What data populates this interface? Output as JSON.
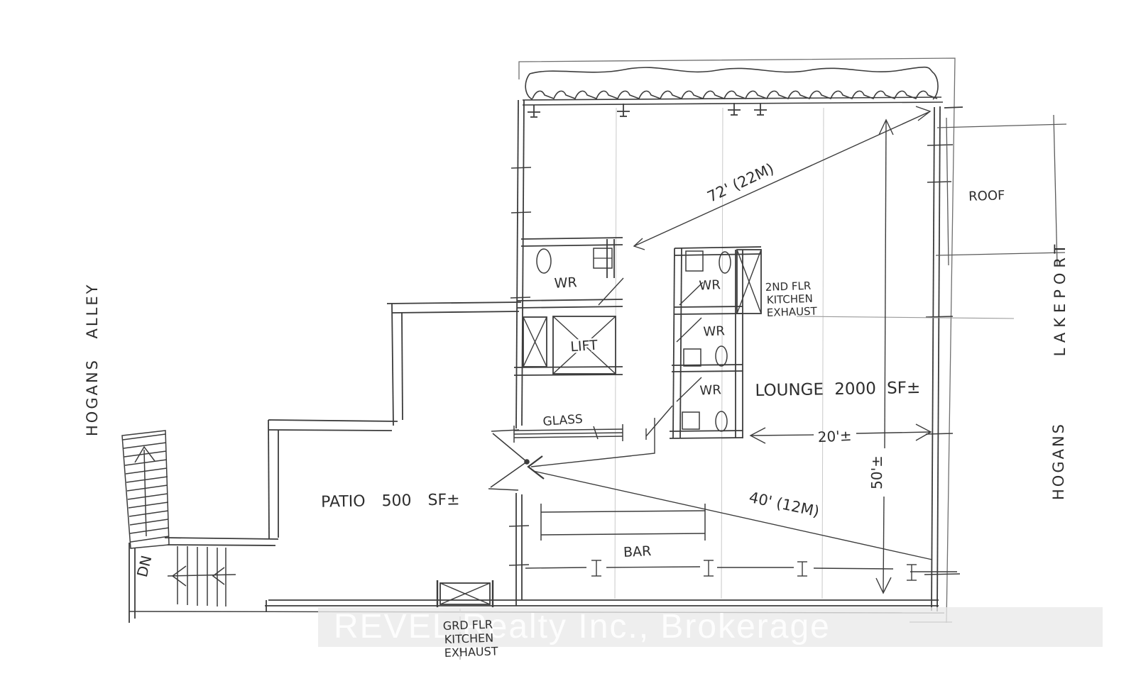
{
  "streets": {
    "hogans_alley": {
      "word_top": "ALLEY",
      "word_bottom": "HOGANS"
    },
    "lakeport": "LAKEPORT",
    "hogans_right": "HOGANS"
  },
  "rooms": {
    "roof": "ROOF",
    "lounge": "LOUNGE 2000 SF±",
    "patio": "PATIO 500 SF±",
    "bar": "BAR",
    "lift": "LIFT",
    "glass": "GLASS",
    "wr": "WR",
    "dn": "DN"
  },
  "dimensions": {
    "diagonal_upper": "72' (22M)",
    "diagonal_lower": "40' (12M)",
    "width": "20'±",
    "depth": "50'±"
  },
  "notes": {
    "exhaust_2nd": [
      "2ND FLR",
      "KITCHEN",
      "EXHAUST"
    ],
    "exhaust_grd": [
      "GRD FLR",
      "KITCHEN",
      "EXHAUST"
    ]
  },
  "watermark": {
    "text": "REVEL Realty Inc., Brokerage"
  },
  "colors": {
    "ink": "#3c3c3c",
    "faint_grid": "#c9c9c9",
    "watermark_band": "#e9e9e9",
    "watermark_text": "#ffffff",
    "paper": "#ffffff"
  }
}
